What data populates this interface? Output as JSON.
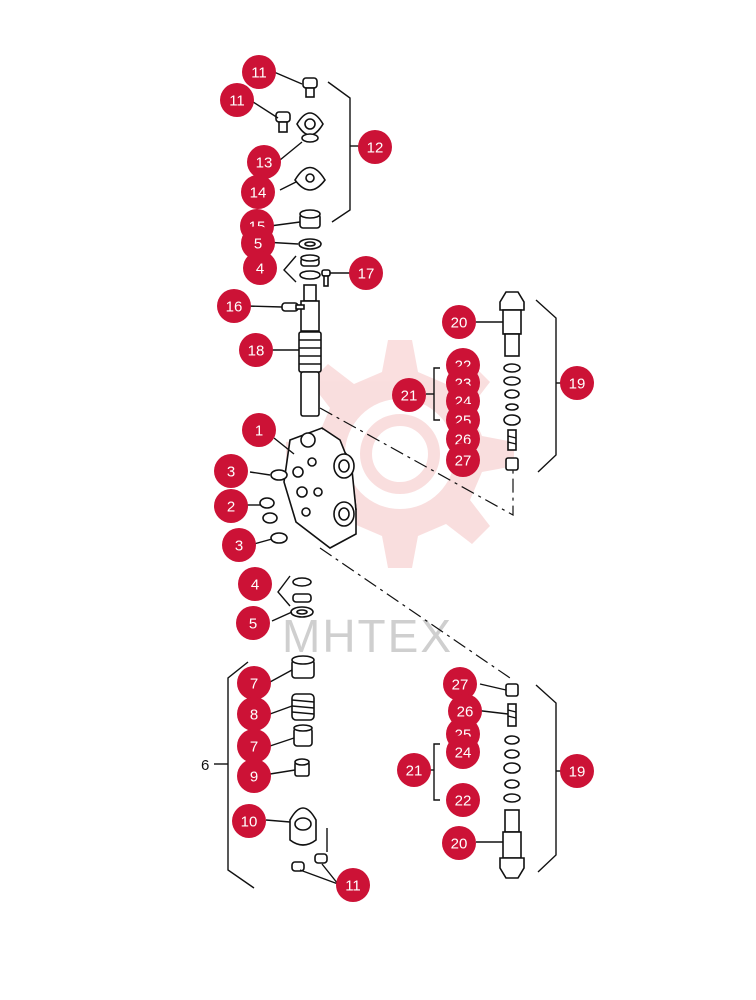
{
  "diagram": {
    "watermark_text": "MHTEX",
    "watermark_color": "#f3b8b8",
    "badge_color": "#cc1236",
    "group_label": "6",
    "callouts": [
      {
        "id": "c-11-a",
        "label": "11"
      },
      {
        "id": "c-11-b",
        "label": "11"
      },
      {
        "id": "c-12",
        "label": "12"
      },
      {
        "id": "c-13",
        "label": "13"
      },
      {
        "id": "c-14",
        "label": "14"
      },
      {
        "id": "c-15",
        "label": "15"
      },
      {
        "id": "c-5-a",
        "label": "5"
      },
      {
        "id": "c-4-a",
        "label": "4"
      },
      {
        "id": "c-17",
        "label": "17"
      },
      {
        "id": "c-16",
        "label": "16"
      },
      {
        "id": "c-18",
        "label": "18"
      },
      {
        "id": "c-1",
        "label": "1"
      },
      {
        "id": "c-3-a",
        "label": "3"
      },
      {
        "id": "c-2",
        "label": "2"
      },
      {
        "id": "c-3-b",
        "label": "3"
      },
      {
        "id": "c-4-b",
        "label": "4"
      },
      {
        "id": "c-5-b",
        "label": "5"
      },
      {
        "id": "c-7-a",
        "label": "7"
      },
      {
        "id": "c-8",
        "label": "8"
      },
      {
        "id": "c-7-b",
        "label": "7"
      },
      {
        "id": "c-9",
        "label": "9"
      },
      {
        "id": "c-10",
        "label": "10"
      },
      {
        "id": "c-11-c",
        "label": "11"
      },
      {
        "id": "c-20-a",
        "label": "20"
      },
      {
        "id": "c-22-a",
        "label": "22"
      },
      {
        "id": "c-23",
        "label": "23"
      },
      {
        "id": "c-21-a",
        "label": "21"
      },
      {
        "id": "c-24-a",
        "label": "24"
      },
      {
        "id": "c-25-a",
        "label": "25"
      },
      {
        "id": "c-26-a",
        "label": "26"
      },
      {
        "id": "c-27-a",
        "label": "27"
      },
      {
        "id": "c-19-a",
        "label": "19"
      },
      {
        "id": "c-27-b",
        "label": "27"
      },
      {
        "id": "c-26-b",
        "label": "26"
      },
      {
        "id": "c-25-b",
        "label": "25"
      },
      {
        "id": "c-21-b",
        "label": "21"
      },
      {
        "id": "c-24-b",
        "label": "24"
      },
      {
        "id": "c-22-b",
        "label": "22"
      },
      {
        "id": "c-19-b",
        "label": "19"
      },
      {
        "id": "c-20-b",
        "label": "20"
      }
    ]
  }
}
